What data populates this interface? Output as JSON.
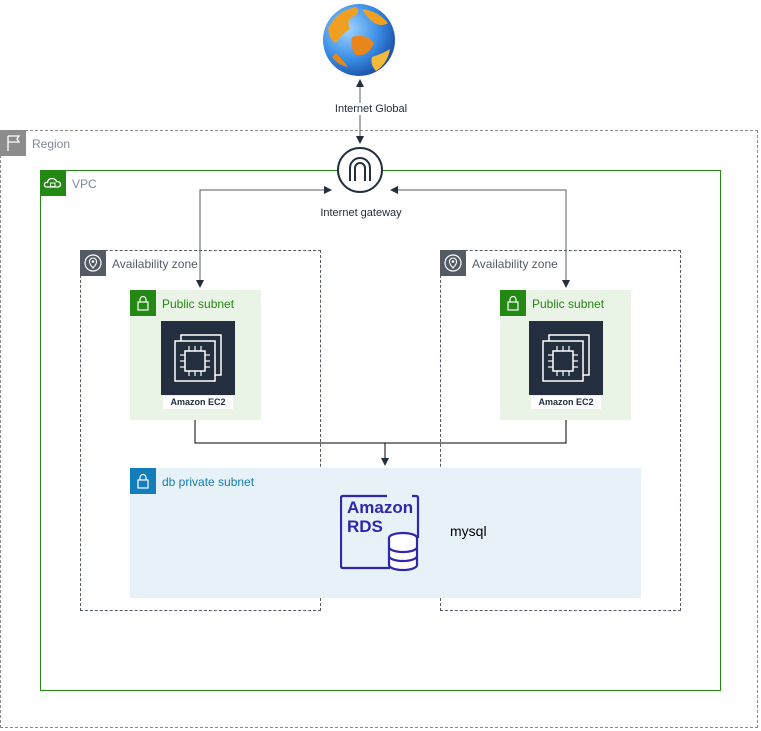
{
  "internet": {
    "label": "Internet Global"
  },
  "region": {
    "label": "Region"
  },
  "vpc": {
    "label": "VPC"
  },
  "gateway": {
    "label": "Internet gateway"
  },
  "availability_zones": [
    {
      "label": "Availability zone"
    },
    {
      "label": "Availability zone"
    }
  ],
  "public_subnets": [
    {
      "label": "Public subnet",
      "instance": "Amazon EC2"
    },
    {
      "label": "Public subnet",
      "instance": "Amazon EC2"
    }
  ],
  "private_subnet": {
    "label": "db private subnet"
  },
  "rds": {
    "line1": "Amazon",
    "line2": "RDS",
    "engine": "mysql"
  },
  "colors": {
    "region_border": "#8c8c8c",
    "vpc_green": "#248814",
    "public_subnet_fill": "#e9f3e6",
    "private_subnet_fill": "#e6f2f8",
    "private_blue": "#147eba",
    "ec2_dark": "#232f3e",
    "rds_blue": "#2e27ad",
    "az_gray": "#545b64"
  },
  "icons": [
    "globe-icon",
    "region-flag-icon",
    "vpc-cloud-icon",
    "internet-gateway-icon",
    "location-pin-icon",
    "lock-icon",
    "chip-icon",
    "database-icon"
  ]
}
